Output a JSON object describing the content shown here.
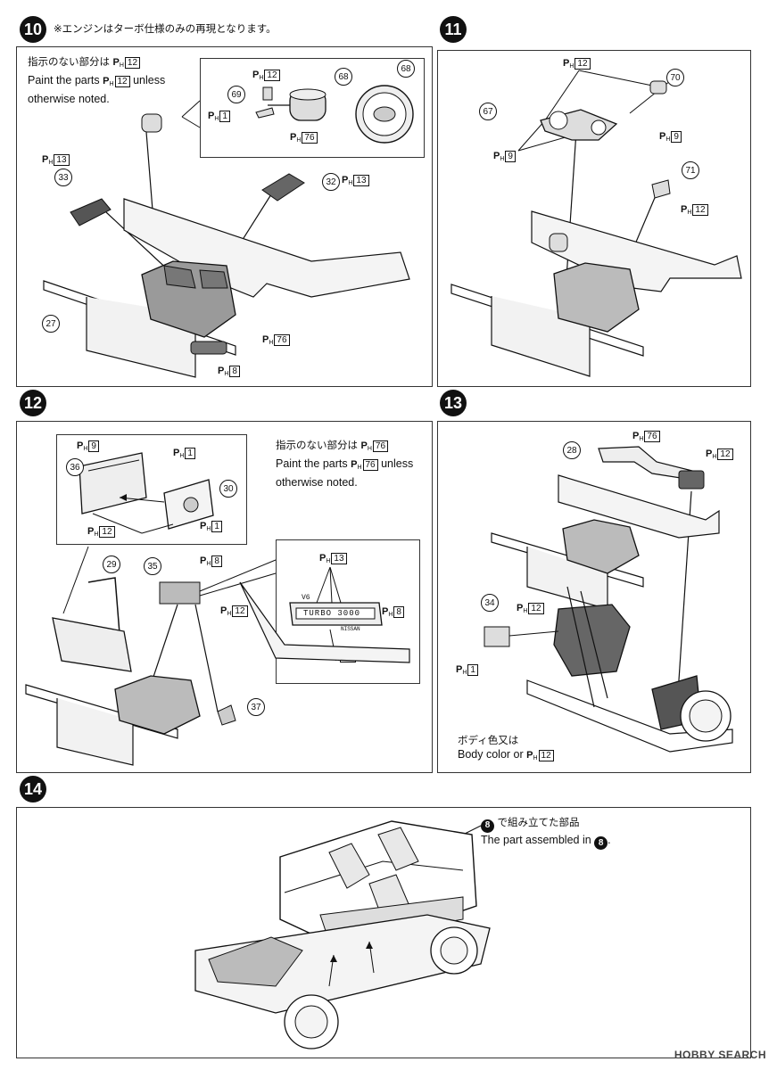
{
  "step10": {
    "badge": "10",
    "header_note": "※エンジンはターボ仕様のみの再現となります。",
    "note_jp": "指示のない部分は",
    "note_en_1": "Paint the parts",
    "note_en_2": "unless",
    "note_en_3": "otherwise noted.",
    "note_color": "12",
    "parts": [
      "69",
      "68",
      "68",
      "33",
      "32",
      "27"
    ],
    "colors": [
      "12",
      "1",
      "76",
      "13",
      "13",
      "76",
      "8"
    ]
  },
  "step11": {
    "badge": "11",
    "parts": [
      "70",
      "67",
      "71"
    ],
    "colors": [
      "12",
      "9",
      "9",
      "12"
    ]
  },
  "step12": {
    "badge": "12",
    "note_jp": "指示のない部分は",
    "note_en_1": "Paint the parts",
    "note_en_2": "unless",
    "note_en_3": "otherwise noted.",
    "note_color": "76",
    "parts": [
      "36",
      "30",
      "29",
      "35",
      "37"
    ],
    "colors": [
      "9",
      "1",
      "12",
      "1",
      "8",
      "12",
      "13",
      "8",
      "13"
    ],
    "decal_turbo": "TURBO 3000",
    "decal_v6": "V6",
    "decal_brand": "NISSAN"
  },
  "step13": {
    "badge": "13",
    "parts": [
      "28",
      "34"
    ],
    "colors": [
      "76",
      "12",
      "12",
      "1",
      "12"
    ],
    "note_jp": "ボディ色又は",
    "note_en": "Body color or"
  },
  "step14": {
    "badge": "14",
    "note_jp": "で組み立てた部品",
    "note_en": "The part assembled in",
    "ref_step": "8"
  },
  "ph_label": "P",
  "ph_sub": "H",
  "watermark": "HOBBY SEARCH"
}
